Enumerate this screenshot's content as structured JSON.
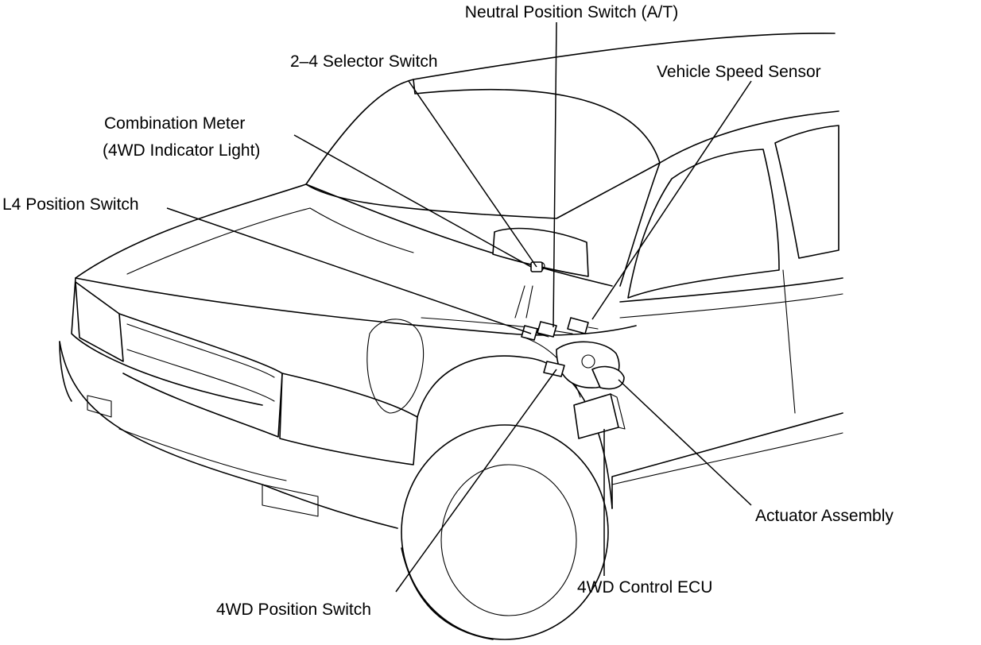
{
  "diagram": {
    "labels": {
      "neutral_position_switch": "Neutral Position Switch (A/T)",
      "selector_switch": "2–4 Selector Switch",
      "vehicle_speed_sensor": "Vehicle Speed Sensor",
      "combination_meter_line1": "Combination Meter",
      "combination_meter_line2": "(4WD Indicator Light)",
      "l4_position_switch": "L4 Position Switch",
      "actuator_assembly": "Actuator Assembly",
      "control_ecu": "4WD Control ECU",
      "position_switch": "4WD Position Switch"
    }
  }
}
